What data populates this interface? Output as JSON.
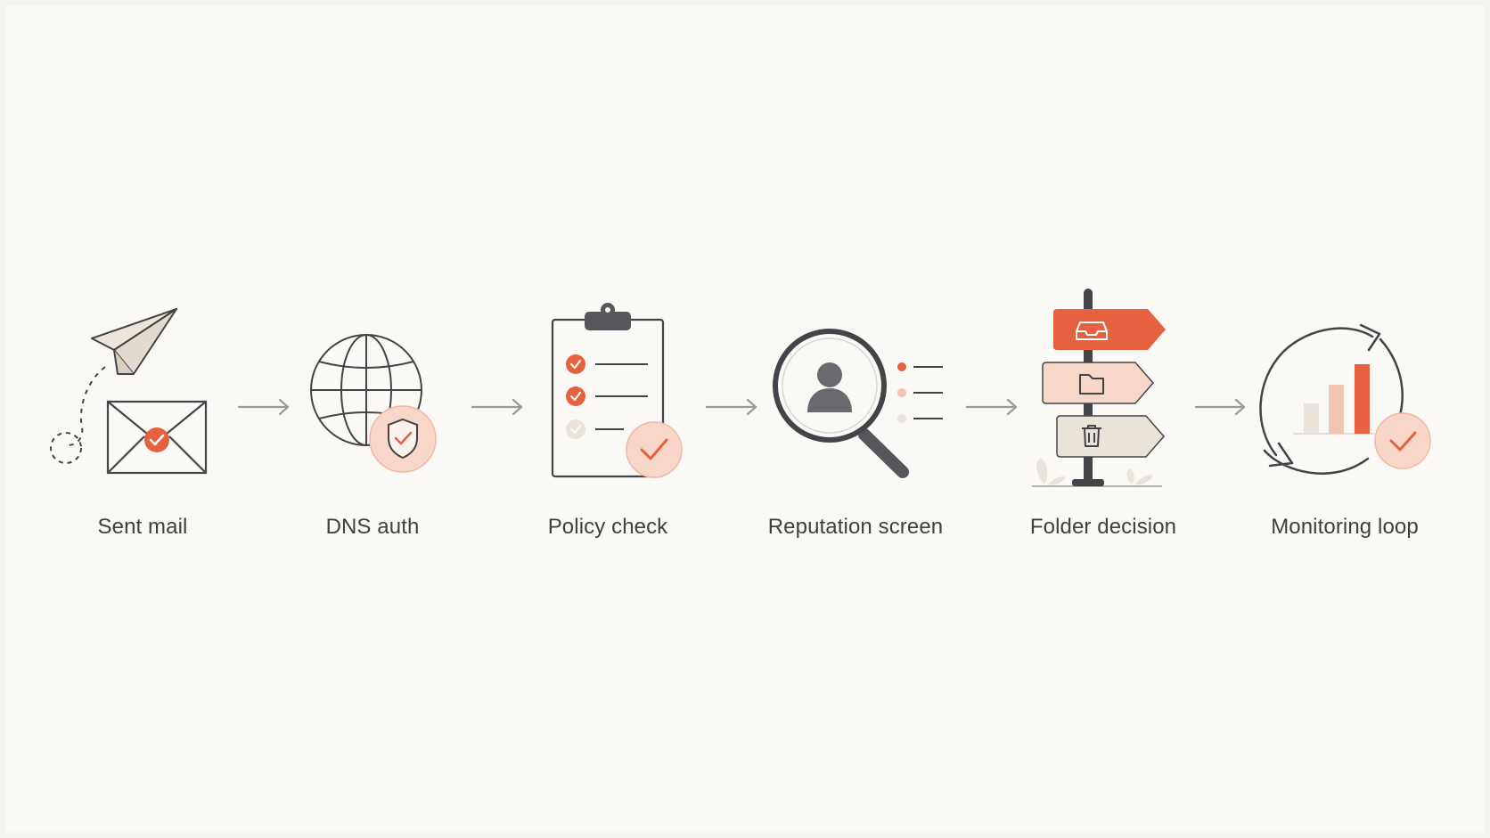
{
  "steps": [
    {
      "id": "sent-mail",
      "label": "Sent mail",
      "icon": "paper-plane-envelope-icon"
    },
    {
      "id": "dns-auth",
      "label": "DNS auth",
      "icon": "globe-shield-icon"
    },
    {
      "id": "policy-check",
      "label": "Policy check",
      "icon": "clipboard-checklist-icon"
    },
    {
      "id": "reputation-screen",
      "label": "Reputation screen",
      "icon": "magnifier-person-icon"
    },
    {
      "id": "folder-decision",
      "label": "Folder decision",
      "icon": "signpost-folders-icon"
    },
    {
      "id": "monitoring-loop",
      "label": "Monitoring loop",
      "icon": "refresh-chart-icon"
    }
  ],
  "colors": {
    "accent": "#e5613f",
    "accent_light": "#f8d6c8",
    "accent_mid": "#f3c4b2",
    "stroke": "#444448",
    "beige": "#e9e3da",
    "arrow": "#9a9a9c"
  }
}
